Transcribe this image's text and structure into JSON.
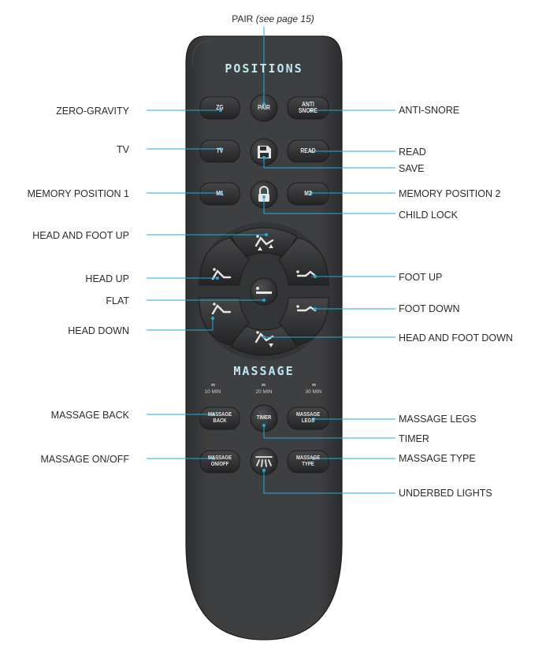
{
  "remote": {
    "section_positions": "POSITIONS",
    "section_massage": "MASSAGE",
    "buttons": {
      "zg": "ZG",
      "pair": "PAIR",
      "anti_snore": "ANTI SNORE",
      "tv": "TV",
      "read": "READ",
      "m1": "M1",
      "m2": "M2",
      "massage_back": "MASSAGE BACK",
      "timer": "TIMER",
      "massage_legs": "MASSAGE LEGS",
      "massage_onoff": "MASSAGE ON/OFF",
      "massage_type": "MASSAGE TYPE"
    },
    "timer_labels": [
      "10 MIN",
      "20 MIN",
      "30 MIN"
    ]
  },
  "callouts": {
    "pair_prefix": "PAIR",
    "pair_note": "(see page 15)",
    "zero_gravity": "ZERO-GRAVITY",
    "tv": "TV",
    "memory_position_1": "MEMORY POSITION 1",
    "head_and_foot_up": "HEAD AND FOOT UP",
    "head_up": "HEAD UP",
    "flat": "FLAT",
    "head_down": "HEAD DOWN",
    "massage_back": "MASSAGE BACK",
    "massage_onoff": "MASSAGE ON/OFF",
    "anti_snore": "ANTI-SNORE",
    "read": "READ",
    "save": "SAVE",
    "memory_position_2": "MEMORY POSITION 2",
    "child_lock": "CHILD LOCK",
    "foot_up": "FOOT UP",
    "foot_down": "FOOT DOWN",
    "head_and_foot_down": "HEAD AND FOOT DOWN",
    "massage_legs": "MASSAGE LEGS",
    "timer": "TIMER",
    "massage_type": "MASSAGE TYPE",
    "underbed_lights": "UNDERBED LIGHTS"
  },
  "colors": {
    "remote_body": "#3c3d3f",
    "button": "#2c2d2f",
    "leader_line": "#29a9d6",
    "title_text": "#bfe8ee"
  }
}
